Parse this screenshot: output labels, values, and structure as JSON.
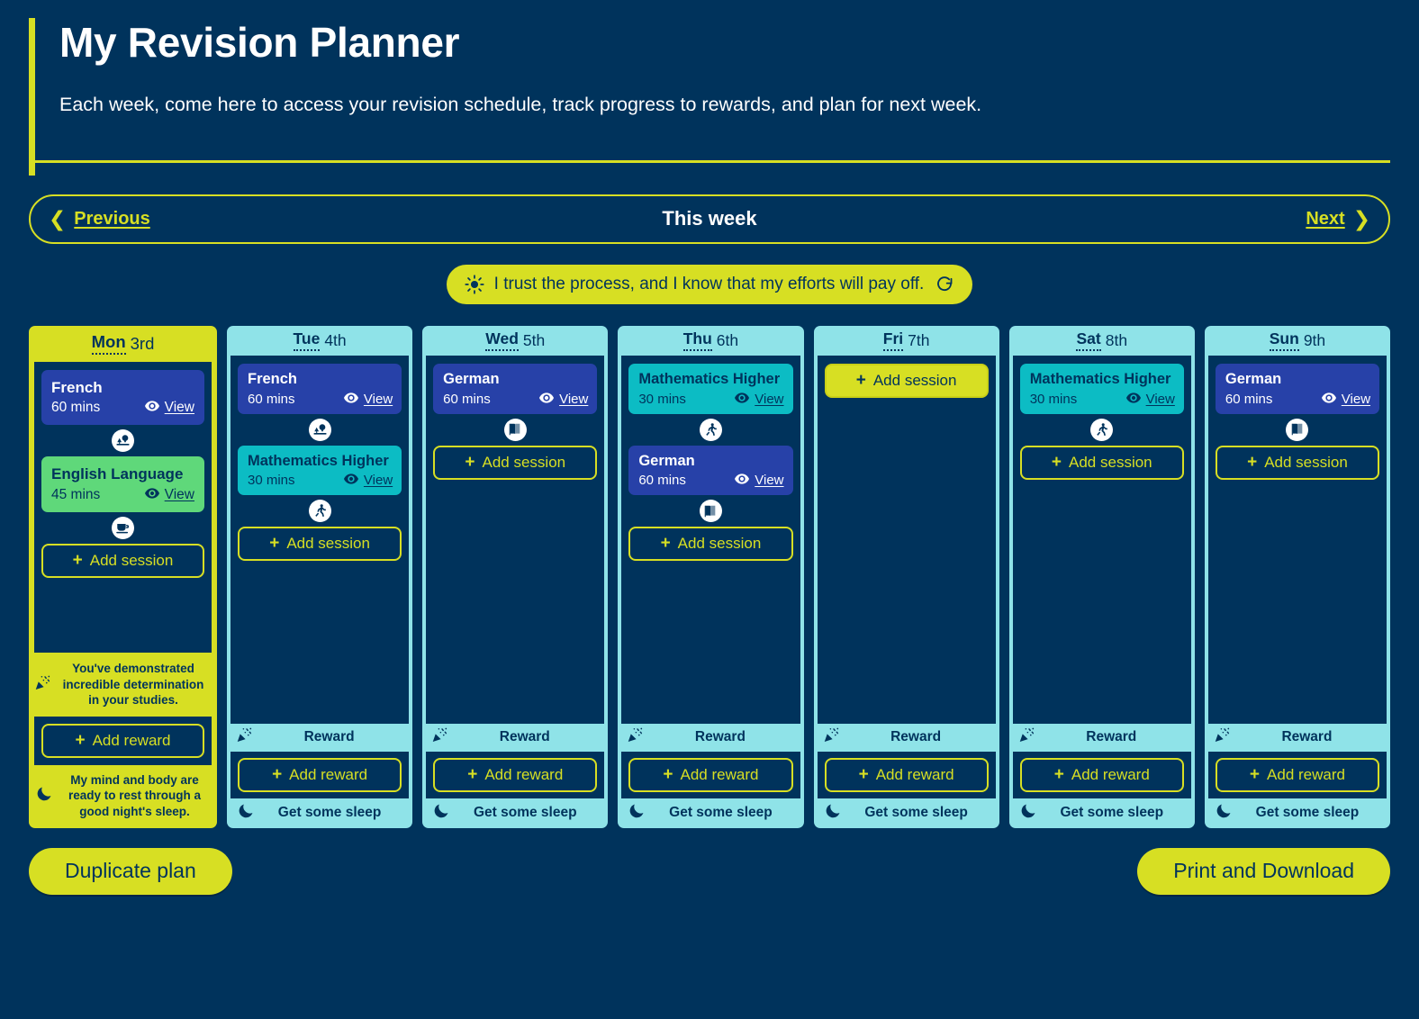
{
  "header": {
    "title": "My Revision Planner",
    "subtitle": "Each week, come here to access your revision schedule, track progress to rewards, and plan for next week."
  },
  "week_nav": {
    "previous_label": "Previous",
    "next_label": "Next",
    "current_label": "This week",
    "prev_icon": "chevron-left-icon",
    "next_icon": "chevron-right-icon"
  },
  "affirmation": {
    "text": "I trust the process, and I know that my efforts will pay off.",
    "sun_icon": "sun-icon",
    "refresh_icon": "refresh-icon"
  },
  "labels": {
    "add_session": "Add session",
    "add_reward": "Add reward",
    "reward": "Reward",
    "sleep": "Get some sleep",
    "view": "View",
    "plus": "+",
    "eye_icon": "eye-icon",
    "party_icon": "party-popper-icon",
    "moon_icon": "moon-icon"
  },
  "colors": {
    "background": "#00335c",
    "accent_yellow": "#d7df23",
    "day_header_cyan": "#8fe3e8",
    "session_blue": "#2741a8",
    "session_green": "#5fd87a",
    "session_teal": "#0cbcc4",
    "text_white": "#ffffff"
  },
  "days": [
    {
      "dow": "Mon",
      "date": "3rd",
      "today": true,
      "sessions": [
        {
          "subject": "French",
          "duration": "60 mins",
          "color": "blue",
          "break_icon": "park-tree-icon"
        },
        {
          "subject": "English Language",
          "duration": "45 mins",
          "color": "green",
          "break_icon": "coffee-cup-icon"
        }
      ],
      "add_session_filled": false,
      "encouragement": "You've demonstrated incredible determination in your studies.",
      "sleep_note": "My mind and body are ready to rest through a good night's sleep."
    },
    {
      "dow": "Tue",
      "date": "4th",
      "today": false,
      "sessions": [
        {
          "subject": "French",
          "duration": "60 mins",
          "color": "blue",
          "break_icon": "park-tree-icon"
        },
        {
          "subject": "Mathematics Higher",
          "duration": "30 mins",
          "color": "teal",
          "break_icon": "running-person-icon"
        }
      ],
      "add_session_filled": false
    },
    {
      "dow": "Wed",
      "date": "5th",
      "today": false,
      "sessions": [
        {
          "subject": "German",
          "duration": "60 mins",
          "color": "blue",
          "break_icon": "book-icon"
        }
      ],
      "add_session_filled": false
    },
    {
      "dow": "Thu",
      "date": "6th",
      "today": false,
      "sessions": [
        {
          "subject": "Mathematics Higher",
          "duration": "30 mins",
          "color": "teal",
          "break_icon": "running-person-icon"
        },
        {
          "subject": "German",
          "duration": "60 mins",
          "color": "blue",
          "break_icon": "book-icon"
        }
      ],
      "add_session_filled": false
    },
    {
      "dow": "Fri",
      "date": "7th",
      "today": false,
      "sessions": [],
      "add_session_filled": true
    },
    {
      "dow": "Sat",
      "date": "8th",
      "today": false,
      "sessions": [
        {
          "subject": "Mathematics Higher",
          "duration": "30 mins",
          "color": "teal",
          "break_icon": "running-person-icon"
        }
      ],
      "add_session_filled": false
    },
    {
      "dow": "Sun",
      "date": "9th",
      "today": false,
      "sessions": [
        {
          "subject": "German",
          "duration": "60 mins",
          "color": "blue",
          "break_icon": "book-icon"
        }
      ],
      "add_session_filled": false
    }
  ],
  "footer": {
    "duplicate_label": "Duplicate plan",
    "print_label": "Print and Download"
  }
}
